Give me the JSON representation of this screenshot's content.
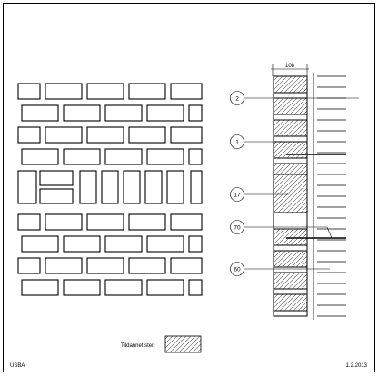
{
  "dimension_label": "108",
  "callouts": [
    "2",
    "1",
    "17",
    "70",
    "60"
  ],
  "legend": {
    "label": "Tildannet sten"
  },
  "footer": {
    "left": "USBA",
    "right": "1.2.2013"
  }
}
